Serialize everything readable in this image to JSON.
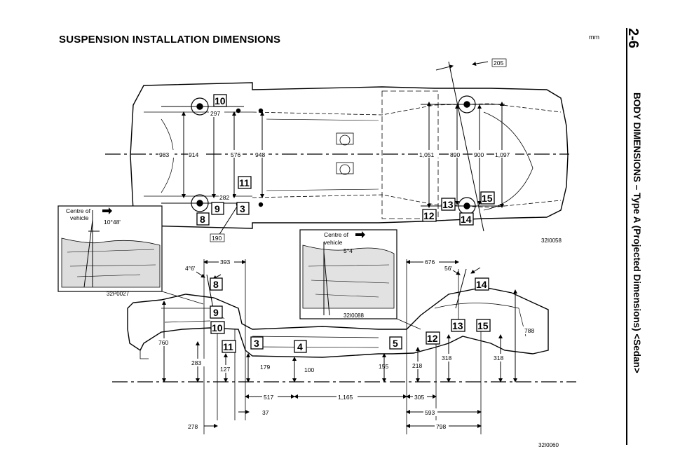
{
  "page_title": "SUSPENSION INSTALLATION DIMENSIONS",
  "unit": "mm",
  "page_number": "2-6",
  "section_title": "BODY DIMENSIONS – Type A (Projected Dimensions) <Sedan>",
  "top_view": {
    "figure_id": "32I0058",
    "dims": [
      "297",
      "983",
      "914",
      "576",
      "948",
      "1,051",
      "890",
      "900",
      "1,097",
      "282",
      "190",
      "205"
    ],
    "boxes": [
      "10",
      "11",
      "9",
      "3",
      "8",
      "12",
      "13",
      "14",
      "15"
    ]
  },
  "inset_left": {
    "label": "Centre of",
    "label2": "vehicle",
    "angle": "10°48'",
    "figure_id": "32P0027"
  },
  "inset_mid": {
    "label": "Centre of",
    "label2": "vehicle",
    "angle": "5°4'",
    "figure_id": "32I0088"
  },
  "side_view": {
    "figure_id": "32I0060",
    "dims": [
      "393",
      "4°6'",
      "760",
      "283",
      "127",
      "179",
      "100",
      "155",
      "218",
      "318",
      "318",
      "788",
      "676",
      "56'",
      "517",
      "1,165",
      "305",
      "37",
      "593",
      "278",
      "798"
    ],
    "boxes": [
      "8",
      "9",
      "10",
      "11",
      "3",
      "4",
      "5",
      "12",
      "13",
      "15",
      "14"
    ]
  }
}
